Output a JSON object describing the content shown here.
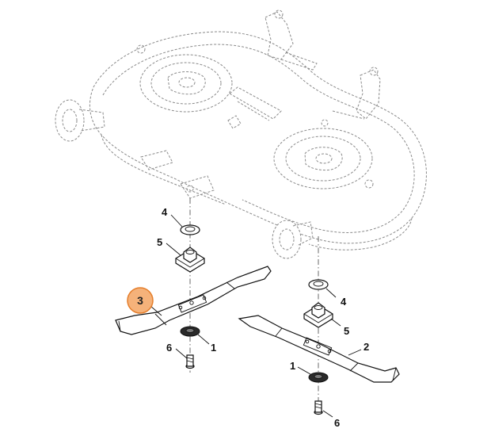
{
  "callouts": [
    {
      "id": "c4a",
      "text": "4"
    },
    {
      "id": "c5a",
      "text": "5"
    },
    {
      "id": "c3",
      "text": "3",
      "highlight_color": "#f5b27a",
      "highlight_stroke": "#e57e2b"
    },
    {
      "id": "c1a",
      "text": "1"
    },
    {
      "id": "c6a",
      "text": "6"
    },
    {
      "id": "c4b",
      "text": "4"
    },
    {
      "id": "c5b",
      "text": "5"
    },
    {
      "id": "c2",
      "text": "2"
    },
    {
      "id": "c1b",
      "text": "1"
    },
    {
      "id": "c6b",
      "text": "6"
    }
  ],
  "colors": {
    "ghost_line": "#8a8a8a",
    "part_line": "#111111",
    "highlight": "#f5b27a"
  }
}
